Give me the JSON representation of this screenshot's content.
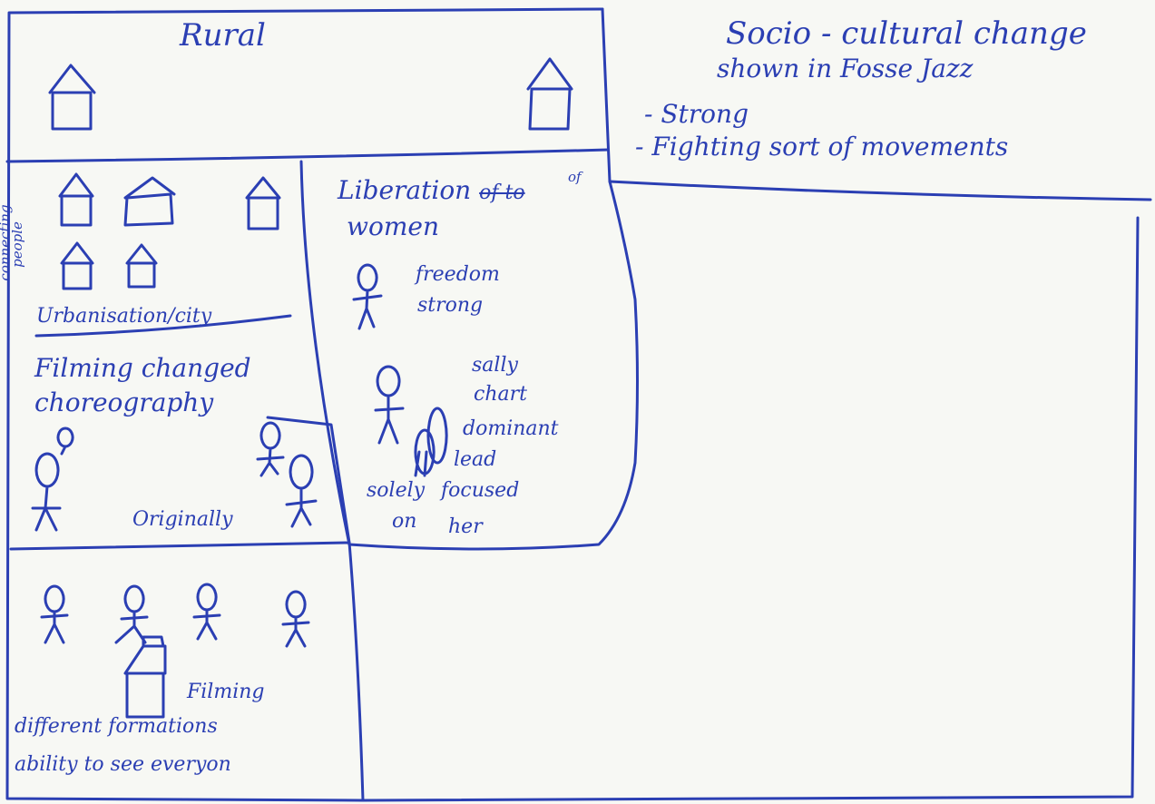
{
  "ink_color": "#2b3fb3",
  "paper_color": "#f7f8f4",
  "panels": {
    "rural": {
      "title": "Rural"
    },
    "socio": {
      "title_line1": "Socio - cultural change",
      "title_line2": "shown in Fosse Jazz",
      "bullet1": "- Strong",
      "bullet2": "- Fighting sort of movements"
    },
    "urbanisation": {
      "side_label_line1": "connecting",
      "side_label_line2": "people",
      "label": "Urbanisation/city"
    },
    "filming": {
      "line1": "Filming changed",
      "line2": "choreography",
      "note": "Originally"
    },
    "liberation": {
      "title": "Liberation",
      "struck": "of to",
      "superscript": "of",
      "title_line2": "women",
      "note_freedom": "freedom",
      "note_strong": "strong",
      "note_sally": "sally",
      "note_chart": "chart",
      "note_dominant": "dominant",
      "note_lead": "lead",
      "note_solely": "solely",
      "note_on": "on",
      "note_focused": "focused",
      "note_her": "her"
    },
    "formations": {
      "camera_label": "Filming",
      "line1": "different formations",
      "line2": "ability to see everyon"
    }
  }
}
